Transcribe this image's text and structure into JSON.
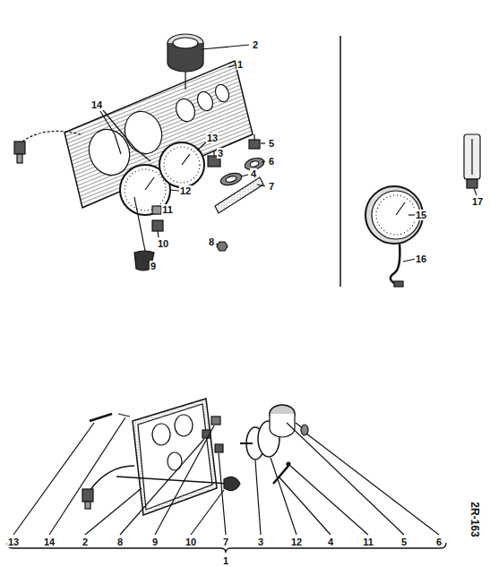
{
  "diagram": {
    "labels": [
      "2",
      "1",
      "14",
      "13",
      "5",
      "3",
      "6",
      "4",
      "7",
      "12",
      "11",
      "8",
      "10",
      "9",
      "17",
      "15",
      "16",
      "13",
      "14",
      "2",
      "8",
      "9",
      "10",
      "7",
      "3",
      "12",
      "4",
      "11",
      "5",
      "6",
      "1",
      "2R-163"
    ]
  }
}
